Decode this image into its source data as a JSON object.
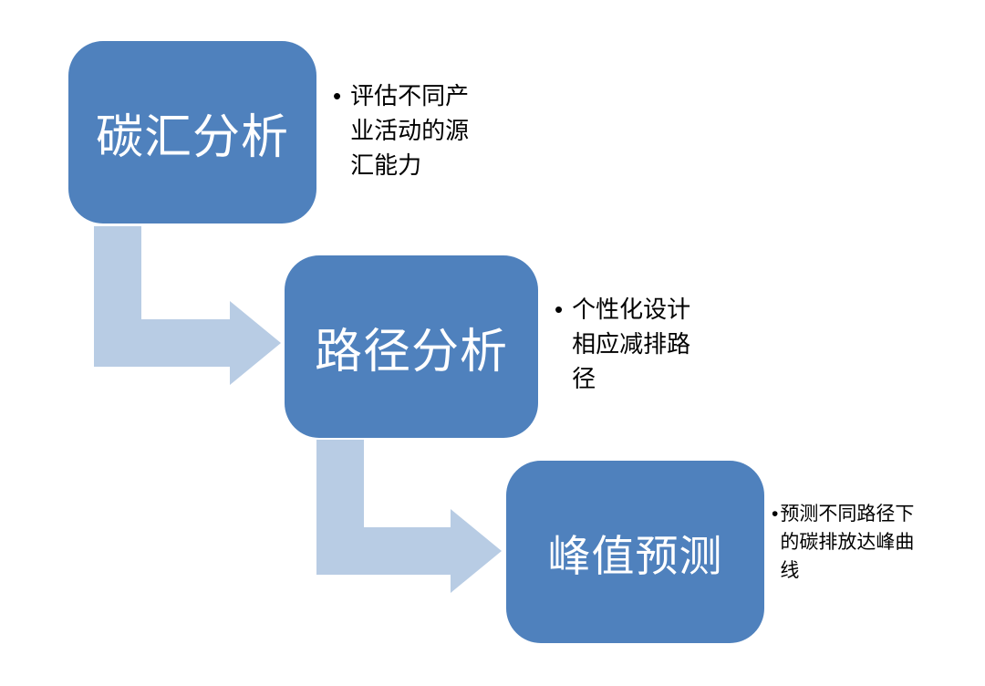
{
  "diagram": {
    "title": "",
    "steps": [
      {
        "label": "碳汇分析",
        "bullet_marker": "•",
        "bullet": "评估不同产\n业活动的源\n汇能力"
      },
      {
        "label": "路径分析",
        "bullet_marker": "•",
        "bullet": "个性化设计\n相应减排路\n径"
      },
      {
        "label": "峰值预测",
        "bullet_marker": "•",
        "bullet": "预测不同路径下\n的碳排放达峰曲\n线"
      }
    ],
    "colors": {
      "box": "#4F81BD",
      "arrow": "#B8CCE4",
      "box_text": "#FFFFFF",
      "bullet_text": "#000000",
      "background": "#FFFFFF"
    }
  }
}
